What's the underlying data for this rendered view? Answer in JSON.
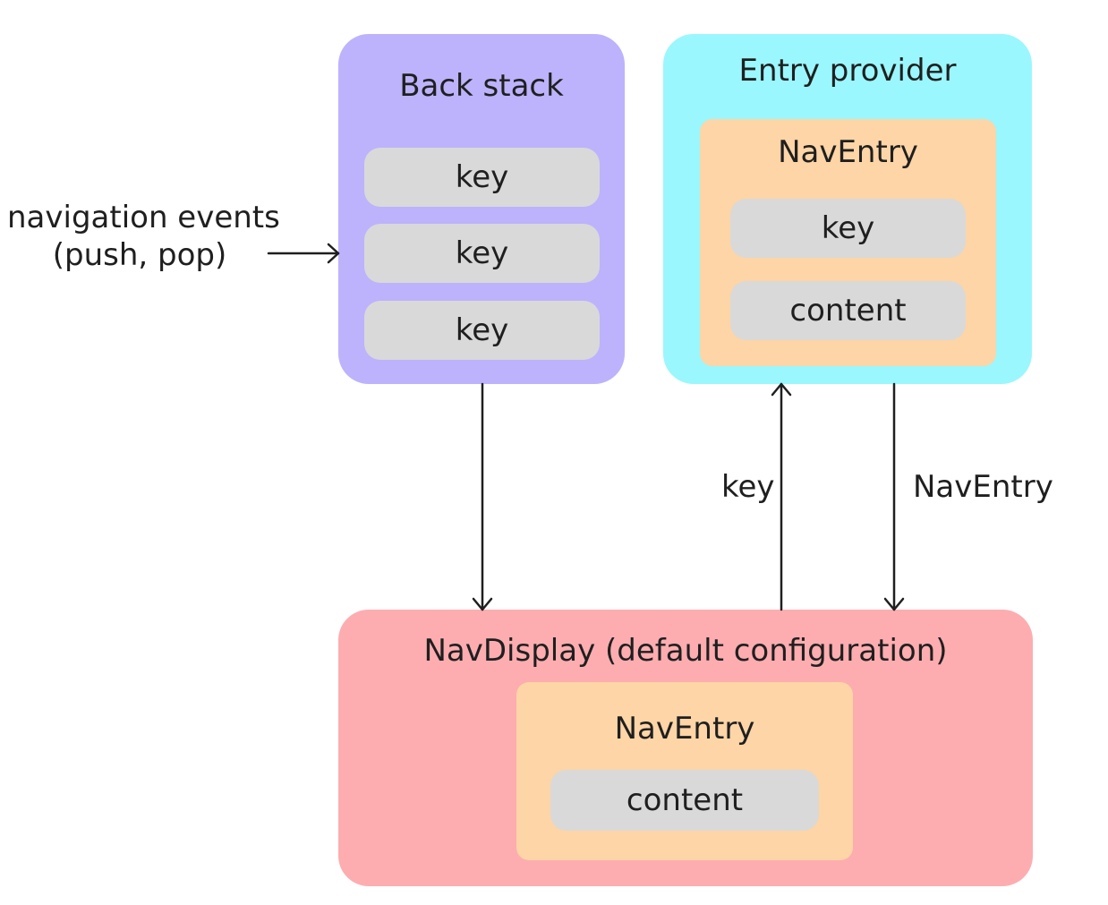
{
  "back_stack": {
    "title": "Back stack",
    "keys": [
      "key",
      "key",
      "key"
    ]
  },
  "entry_provider": {
    "title": "Entry provider",
    "nav_entry": {
      "title": "NavEntry",
      "key_label": "key",
      "content_label": "content"
    }
  },
  "nav_display": {
    "title": "NavDisplay (default configuration)",
    "nav_entry": {
      "title": "NavEntry",
      "content_label": "content"
    }
  },
  "labels": {
    "navigation_events_line1": "navigation events",
    "navigation_events_line2": "(push, pop)",
    "key_arrow": "key",
    "naventry_arrow": "NavEntry"
  },
  "colors": {
    "back_stack": "#bcb3fc",
    "entry_provider": "#9af7fd",
    "nav_display": "#fdadb0",
    "nav_entry": "#fdd5a6",
    "pill": "#d9d9d9",
    "arrow": "#1f1f1f"
  }
}
